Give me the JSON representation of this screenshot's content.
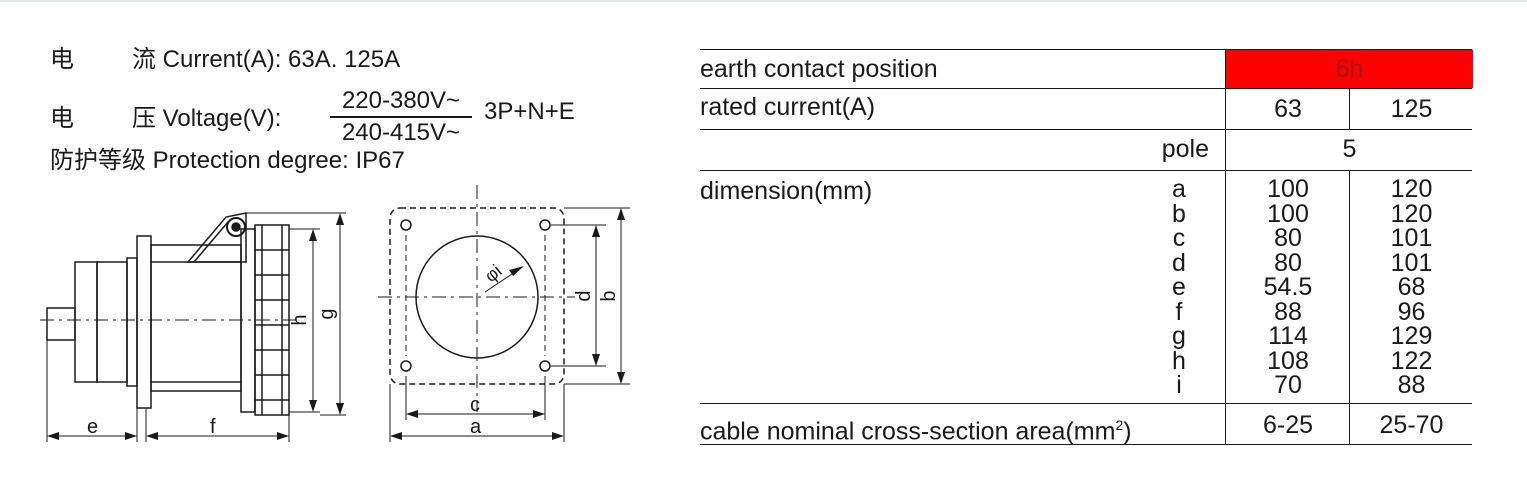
{
  "specs": {
    "current": {
      "cn1": "电",
      "cn2": "流",
      "label": "Current(A): 63A. 125A"
    },
    "voltage": {
      "cn1": "电",
      "cn2": "压",
      "label": "Voltage(V):",
      "upper": "220-380V~",
      "lower": "240-415V~",
      "suffix": "3P+N+E"
    },
    "protection": {
      "cn": "防护等级",
      "label": "Protection degree: IP67"
    }
  },
  "drawing": {
    "side_labels": [
      "e",
      "f",
      "h",
      "g"
    ],
    "front_labels": [
      "c",
      "a",
      "d",
      "b",
      "φi"
    ]
  },
  "table": {
    "earth_label": "earth contact position",
    "earth_value": "6h",
    "rated_label": "rated current(A)",
    "rated_values": [
      "63",
      "125"
    ],
    "pole_label": "pole",
    "pole_value": "5",
    "dimension_label": "dimension(mm)",
    "dimension_letters": [
      "a",
      "b",
      "c",
      "d",
      "e",
      "f",
      "g",
      "h",
      "i"
    ],
    "dimension_col1": [
      "100",
      "100",
      "80",
      "80",
      "54.5",
      "88",
      "114",
      "108",
      "70"
    ],
    "dimension_col2": [
      "120",
      "120",
      "101",
      "101",
      "68",
      "96",
      "129",
      "122",
      "88"
    ],
    "cable_label": "cable nominal cross-section area(mm",
    "cable_sup": "2",
    "cable_close": ")",
    "cable_values": [
      "6-25",
      "25-70"
    ]
  },
  "colors": {
    "accent_red": "#ff0000",
    "ink": "#1a1a1a"
  }
}
